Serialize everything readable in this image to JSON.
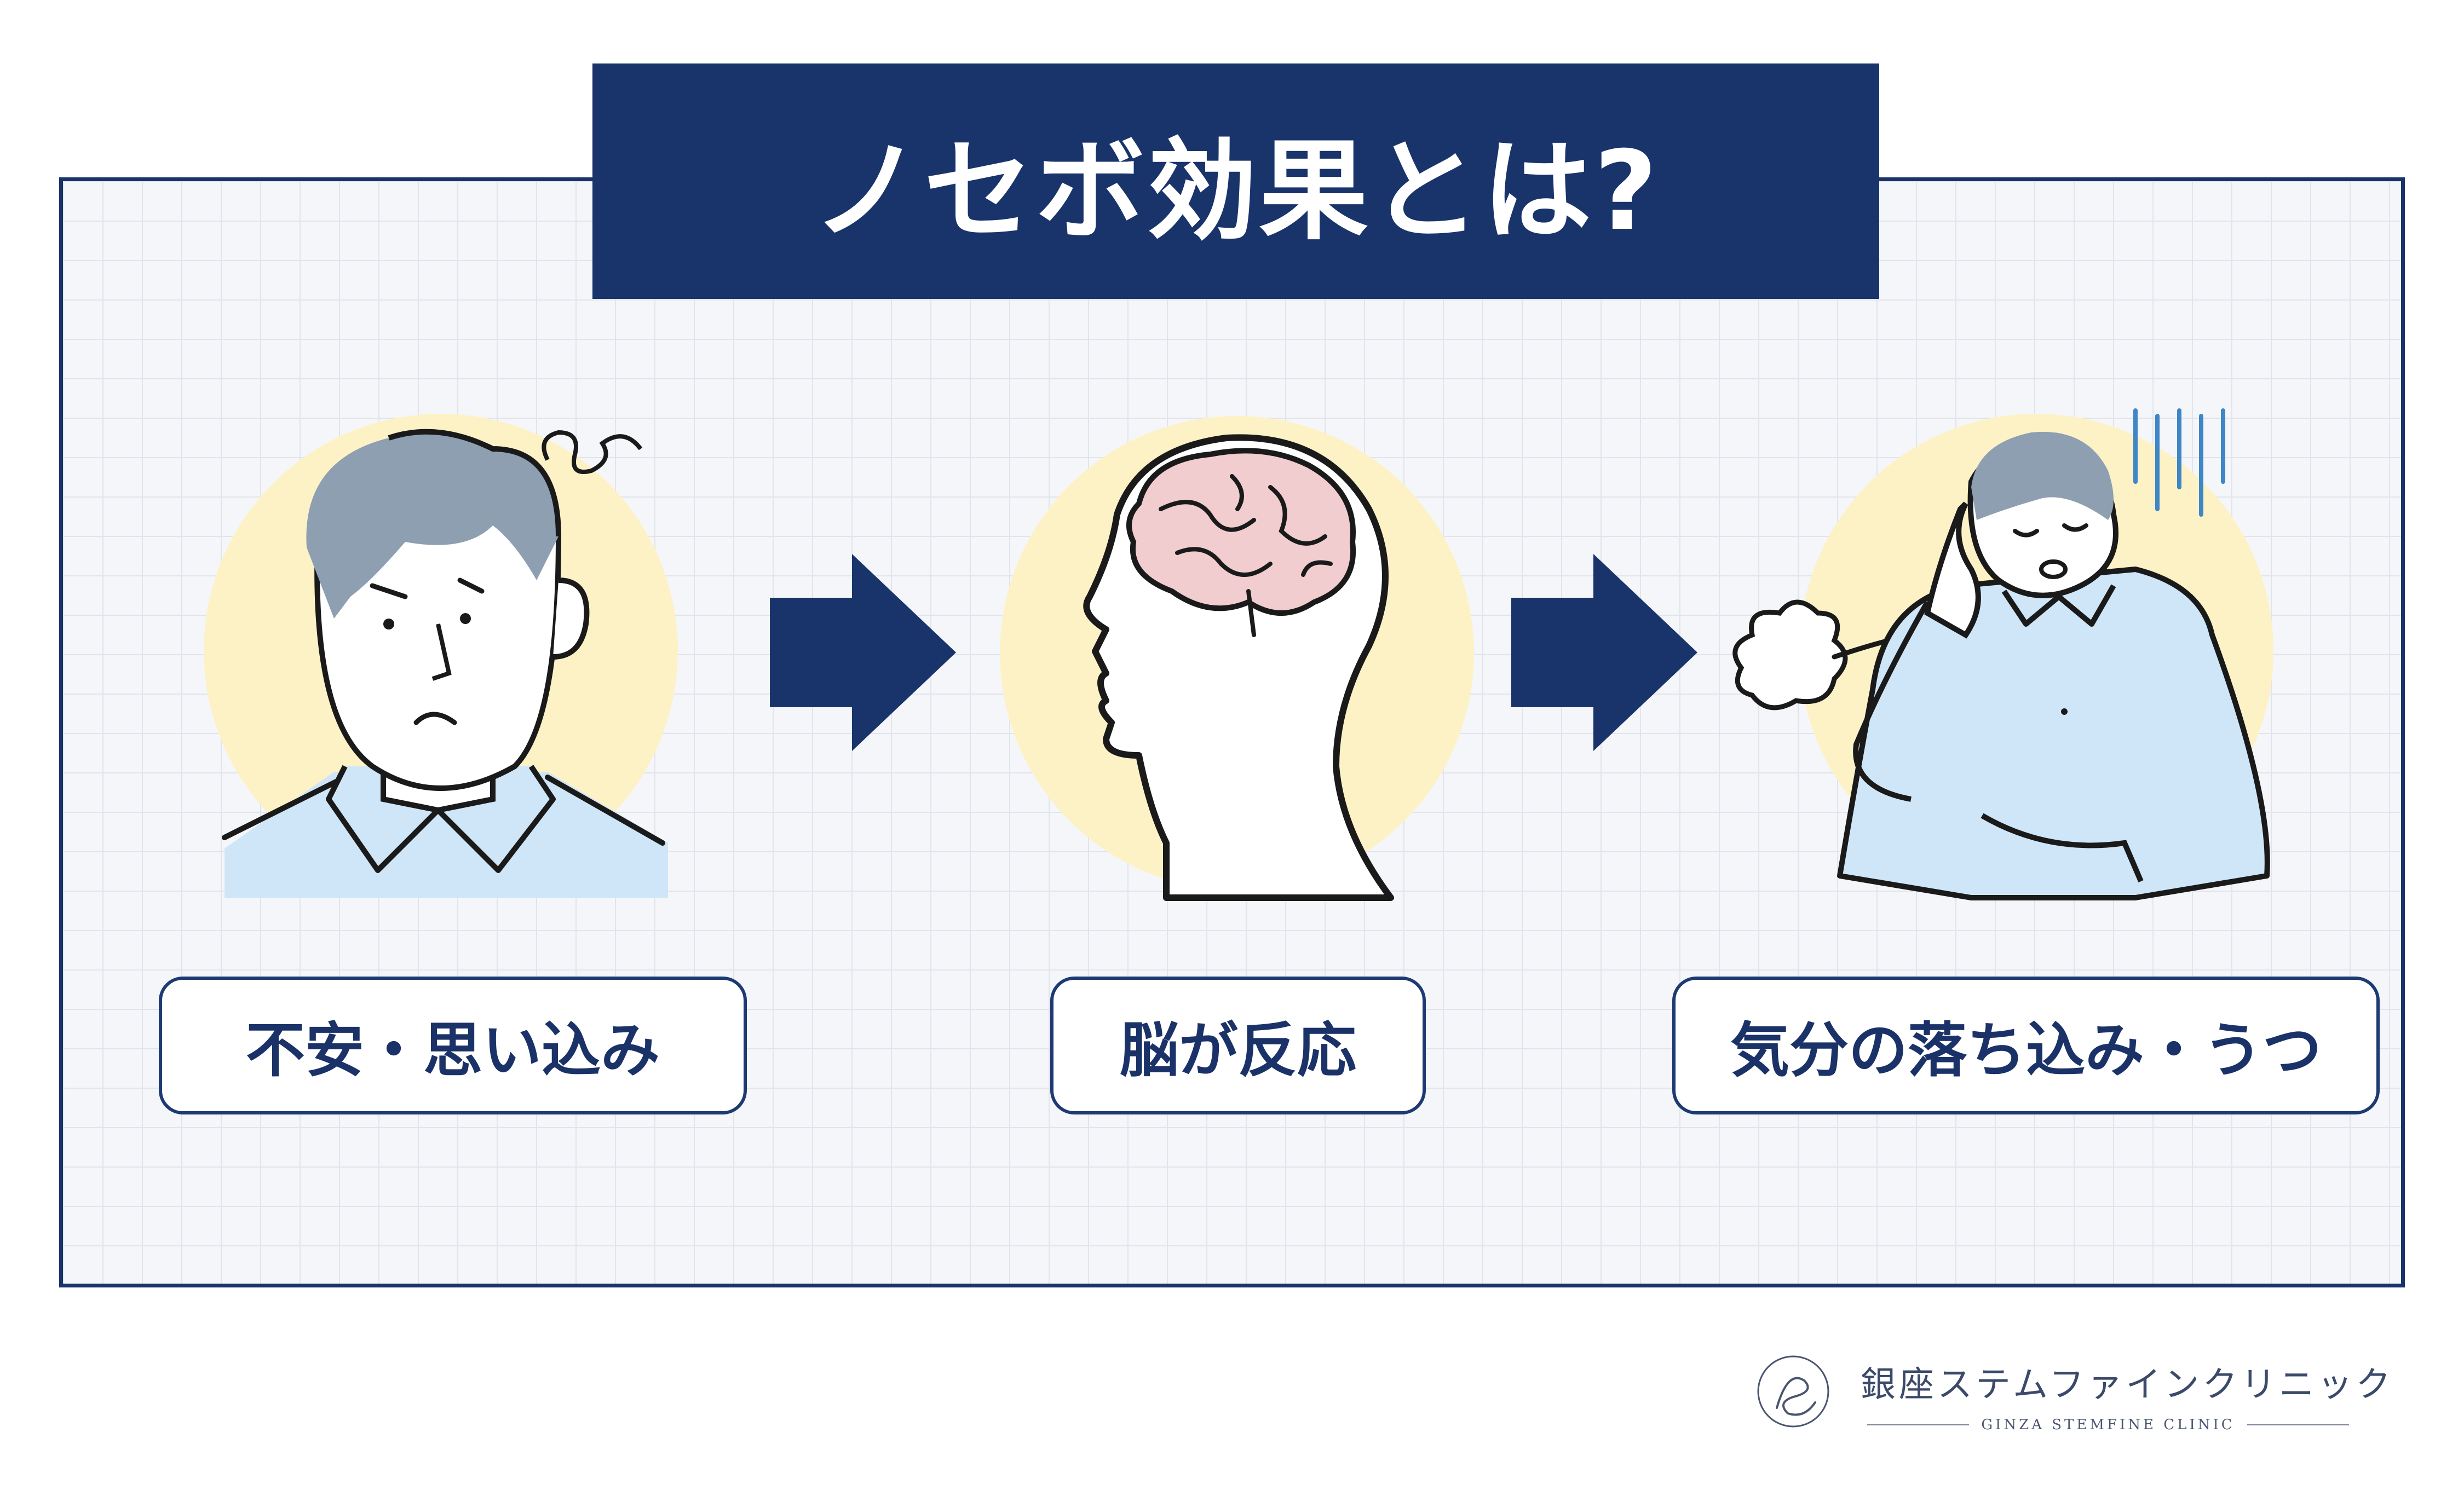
{
  "title": "ノセボ効果とは?",
  "steps": [
    {
      "label": "不安・思い込み",
      "icon": "worried-man-icon"
    },
    {
      "label": "脳が反応",
      "icon": "brain-head-icon"
    },
    {
      "label": "気分の落ち込み・うつ",
      "icon": "depressed-man-icon"
    }
  ],
  "footer": {
    "name": "銀座ステムファインクリニック",
    "sub": "GINZA STEMFINE CLINIC"
  },
  "colors": {
    "navy": "#19336b",
    "circle": "#fdf2c6",
    "shirt": "#cfe6f8",
    "hair": "#8e9fb2",
    "brain": "#f1cdd0",
    "grid": "#e1e4ea"
  }
}
